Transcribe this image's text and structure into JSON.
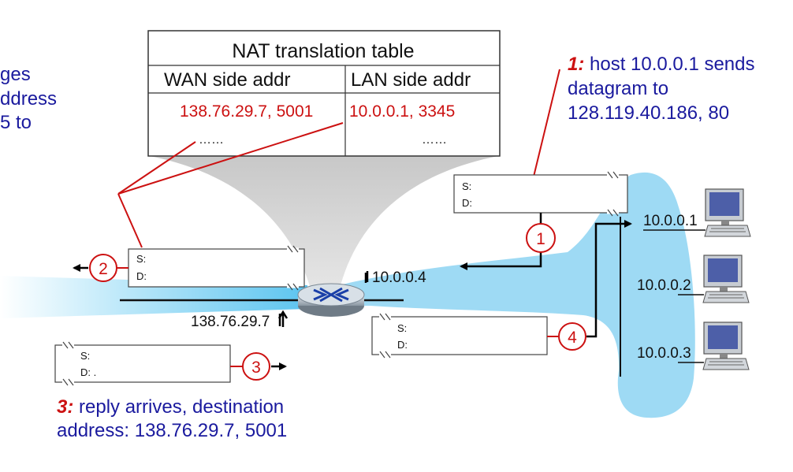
{
  "nat_table": {
    "title": "NAT translation table",
    "col_wan": "WAN side addr",
    "col_lan": "LAN side addr",
    "row1_wan": "138.76.29.7, 5001",
    "row1_lan": "10.0.0.1, 3345",
    "row2_wan": "……",
    "row2_lan": "……"
  },
  "left_annotation": {
    "line1": "ges",
    "line2": "ddress",
    "line3": "5 to"
  },
  "step1": {
    "num": "1:",
    "line1": " host 10.0.0.1 sends",
    "line2": "datagram to",
    "line3": "128.119.40.186, 80"
  },
  "step3": {
    "num": "3:",
    "line1": " reply arrives, destination",
    "line2": "address: 138.76.29.7, 5001"
  },
  "packets": {
    "s_label": "S:",
    "d_label": "D:",
    "d_label_dot": "D: ."
  },
  "markers": [
    "1",
    "2",
    "3",
    "4"
  ],
  "router": {
    "lan_ip": "10.0.0.4",
    "wan_ip": "138.76.29.7"
  },
  "hosts": [
    "10.0.0.1",
    "10.0.0.2",
    "10.0.0.3"
  ],
  "colors": {
    "accent_red": "#cc1111",
    "text_blue": "#1a1a9e",
    "network_blue": "#9edaf4"
  }
}
